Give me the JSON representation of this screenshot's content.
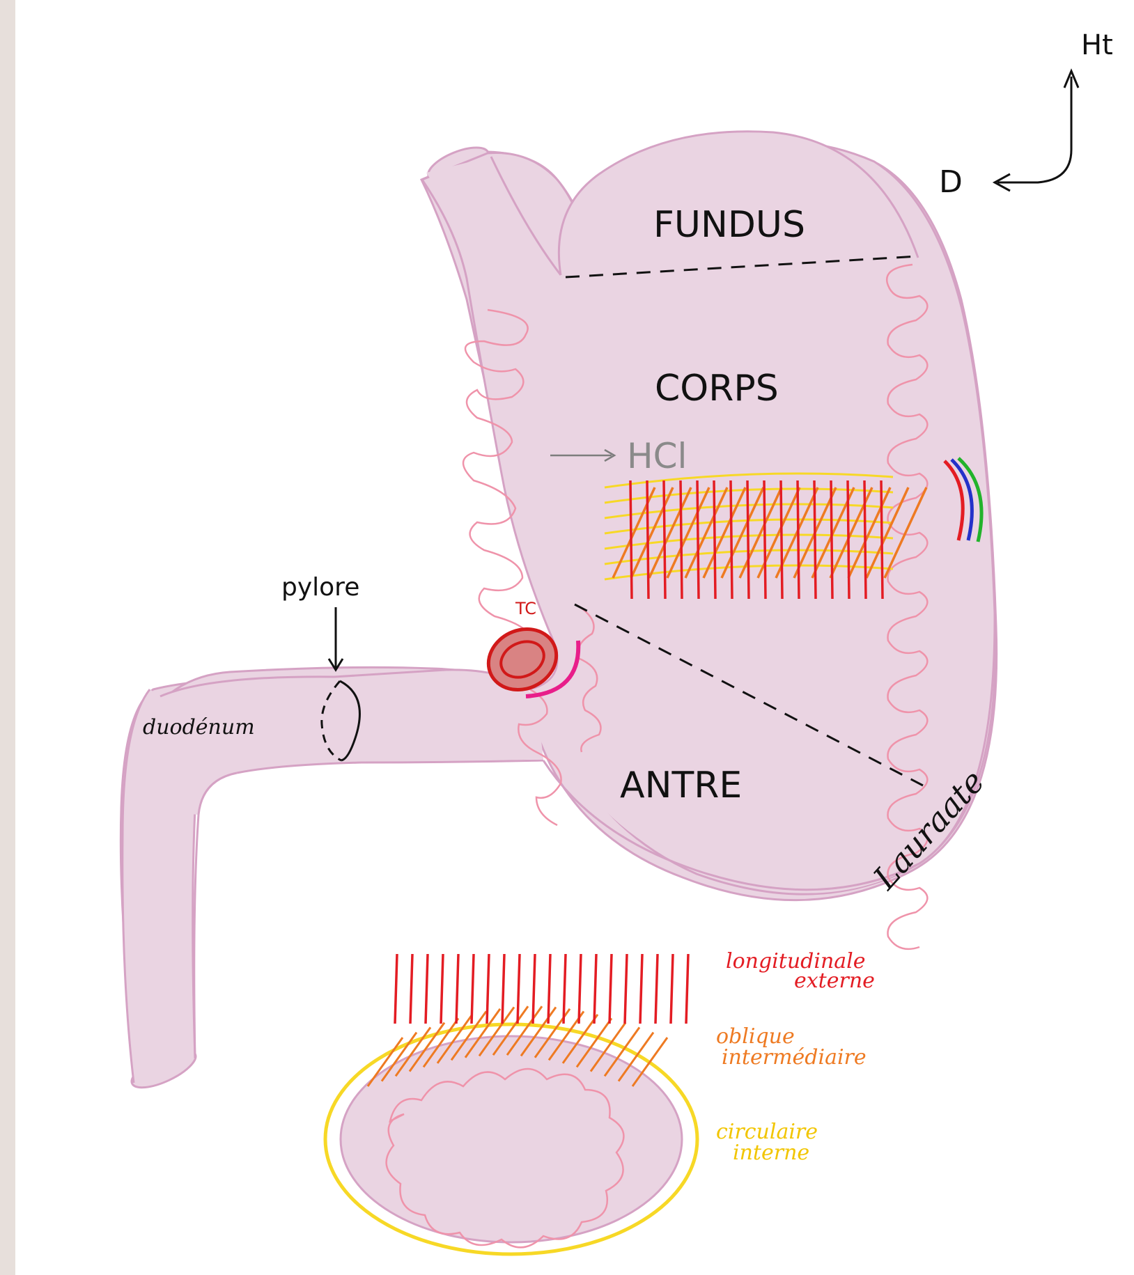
{
  "colors": {
    "background": "#e7dfdb",
    "paper": "#ffffff",
    "stomach_fill": "#ead4e2",
    "stomach_outline": "#d5a2c4",
    "mucosa_folds": "#ef93aa",
    "muscle_longitudinal": "#e31c23",
    "muscle_oblique": "#ee7a22",
    "muscle_circular": "#f7d826",
    "layer_blue": "#2431c9",
    "layer_green": "#22b32b",
    "tc_fill": "#d98383",
    "tc_outline": "#d11919",
    "tc_arc": "#e81e8a",
    "hcl_arrow": "#7d7d7d",
    "ink": "#111111"
  },
  "orientation": {
    "up_label": "Ht",
    "right_label": "D"
  },
  "regions": {
    "fundus": "FUNDUS",
    "corps": "CORPS",
    "antre": "ANTRE"
  },
  "labels": {
    "hcl": "HCl",
    "tc": "TC",
    "pylore": "pylore",
    "duodenum": "duodénum",
    "signature": "Lauraate"
  },
  "legend": {
    "longitudinale": {
      "line1": "longitudinale",
      "line2": "externe"
    },
    "oblique": {
      "line1": "oblique",
      "line2": "intermédiaire"
    },
    "circulaire": {
      "line1": "circulaire",
      "line2": "interne"
    }
  }
}
